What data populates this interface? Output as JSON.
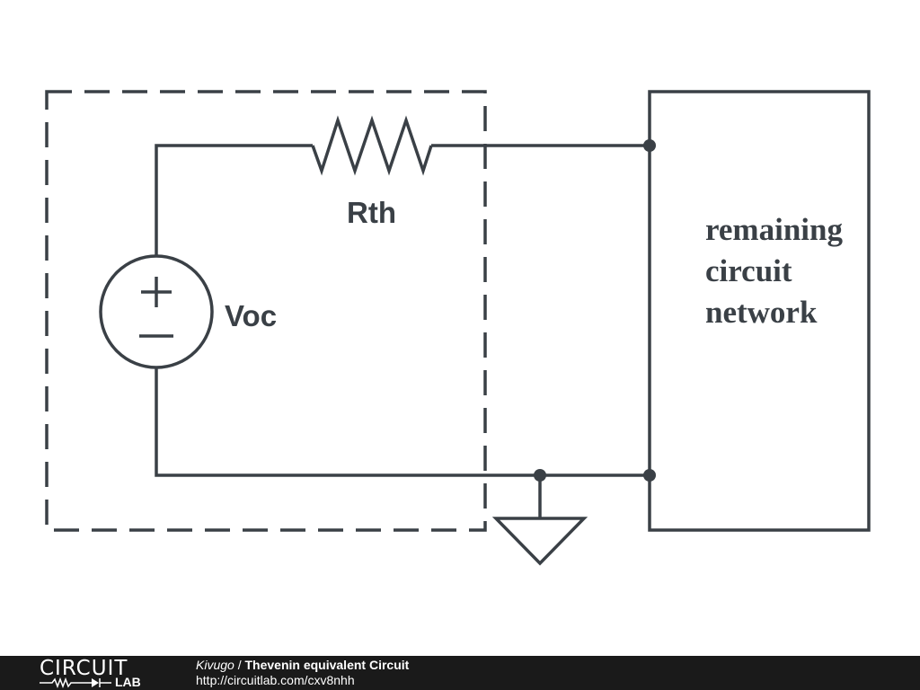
{
  "diagram": {
    "labels": {
      "resistor": "Rth",
      "source": "Voc",
      "network_line1": "remaining",
      "network_line2": "circuit",
      "network_line3": "network"
    }
  },
  "colors": {
    "wire": "#3a4046",
    "footer_bg": "#1a1a1a",
    "footer_text": "#ffffff"
  },
  "footer": {
    "logo_top": "CIRCUIT",
    "logo_bottom": "LAB",
    "author": "Kivugo",
    "separator": " / ",
    "title": "Thevenin equivalent Circuit",
    "url": "http://circuitlab.com/cxv8nhh"
  }
}
